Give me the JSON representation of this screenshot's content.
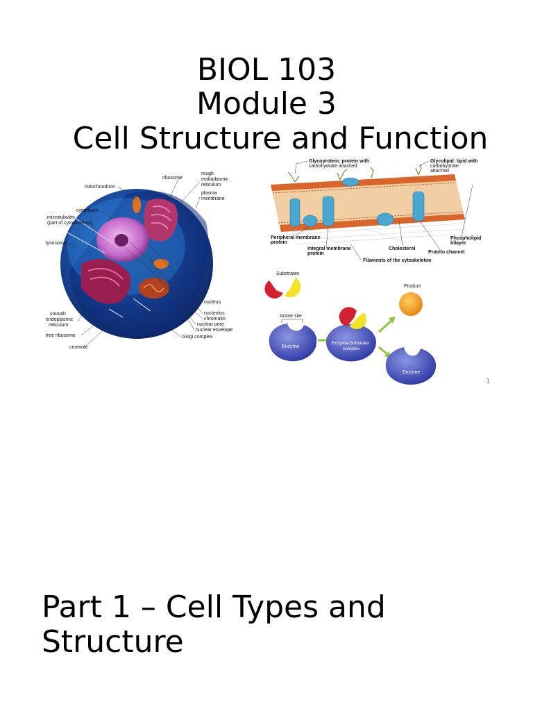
{
  "slide": {
    "title_lines": [
      "BIOL 103",
      "Module 3",
      "Cell Structure and Function"
    ],
    "page_number": "1"
  },
  "cell_figure": {
    "labels": {
      "ribosome": "ribosome",
      "rough_er": [
        "rough",
        "endoplasmic",
        "reticulum"
      ],
      "mitochondrion": "mitochondrion",
      "plasma_membrane": [
        "plasma",
        "membrane"
      ],
      "cytoplasm": "cytoplasm",
      "microtubules": [
        "microtubules",
        "(part of cytoskeleton)"
      ],
      "lysosome": "lysosome",
      "nucleus": "nucleus",
      "nucleolus": "nucleolus",
      "chromatin": "chromatin",
      "nuclear_pore": "nuclear pore",
      "nuclear_envelope": "nuclear envelope",
      "golgi": "Golgi complex",
      "smooth_er": [
        "smooth",
        "endoplasmic",
        "reticulum"
      ],
      "free_ribosome": "free ribosome",
      "centriole": "centriole"
    }
  },
  "membrane_figure": {
    "glycoprotein_bold": "Glycoprotein:",
    "glycoprotein_rest": "protein with",
    "glycoprotein_line2": "carbohydrate attached",
    "glycolipid_bold": "Glycolipid:",
    "glycolipid_rest": "lipid with",
    "glycolipid_line2": "carbohydrate",
    "glycolipid_line3": "attached",
    "peripheral": [
      "Peripheral membrane",
      "protein"
    ],
    "integral": [
      "Integral membrane",
      "protein"
    ],
    "cholesterol": "Cholesterol",
    "protein_channel": "Protein channel",
    "phospholipid": [
      "Phospholipid",
      "bilayer"
    ],
    "filaments": "Filaments of the cytoskeleton"
  },
  "enzyme_figure": {
    "substrates": "Substrates",
    "product": "Product",
    "active_site": "Active site",
    "enzyme": "Enzyme",
    "complex": [
      "Enzyme-Substrate",
      "complex"
    ],
    "enzyme2": "Enzyme"
  },
  "part_heading": "Part 1 – Cell Types and Structure"
}
